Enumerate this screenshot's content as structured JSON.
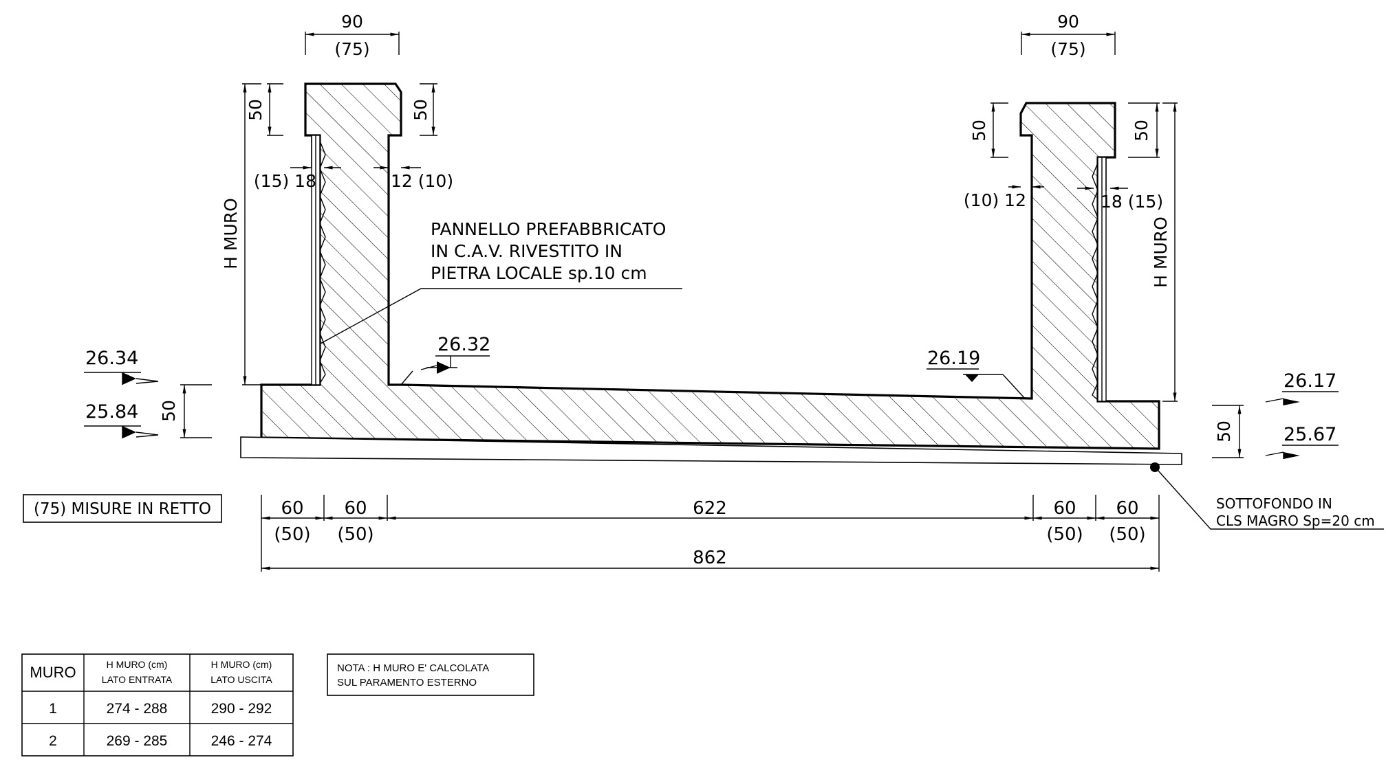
{
  "dims": {
    "top_left_width": "90",
    "top_left_width_retto": "(75)",
    "top_right_width": "90",
    "top_right_width_retto": "(75)",
    "left_cap_h_outer": "50",
    "left_cap_h_inner": "50",
    "right_cap_h_inner": "50",
    "right_cap_h_outer": "50",
    "left_panel": "(15) 18",
    "left_wall": "12 (10)",
    "right_wall": "(10) 12",
    "right_panel": "18 (15)",
    "h_muro_left": "H MURO",
    "h_muro_right": "H MURO",
    "base_thick_left": "50",
    "base_thick_right": "50",
    "bottom_60_1": "60",
    "bottom_50_1": "(50)",
    "bottom_60_2": "60",
    "bottom_50_2": "(50)",
    "bottom_mid": "622",
    "bottom_60_3": "60",
    "bottom_50_3": "(50)",
    "bottom_60_4": "60",
    "bottom_50_4": "(50)",
    "bottom_total": "862"
  },
  "levels": {
    "l1": "26.34",
    "l2": "25.84",
    "l3": "26.32",
    "l4": "26.19",
    "l5": "26.17",
    "l6": "25.67"
  },
  "notes": {
    "panel_line1": "PANNELLO PREFABBRICATO",
    "panel_line2": "IN C.A.V. RIVESTITO IN",
    "panel_line3": "PIETRA LOCALE sp.10 cm",
    "legend": "(75) MISURE IN RETTO",
    "base_line1": "SOTTOFONDO IN",
    "base_line2": "CLS MAGRO Sp=20 cm",
    "nota_line1": "NOTA : H  MURO  E' CALCOLATA",
    "nota_line2": "SUL PARAMENTO ESTERNO"
  },
  "table": {
    "header": {
      "col1": "MURO",
      "col2_line1": "H  MURO (cm)",
      "col2_line2": "LATO  ENTRATA",
      "col3_line1": "H  MURO (cm)",
      "col3_line2": "LATO  USCITA"
    },
    "rows": [
      {
        "muro": "1",
        "entrata": "274 - 288",
        "uscita": "290 - 292"
      },
      {
        "muro": "2",
        "entrata": "269 - 285",
        "uscita": "246 - 274"
      }
    ]
  }
}
